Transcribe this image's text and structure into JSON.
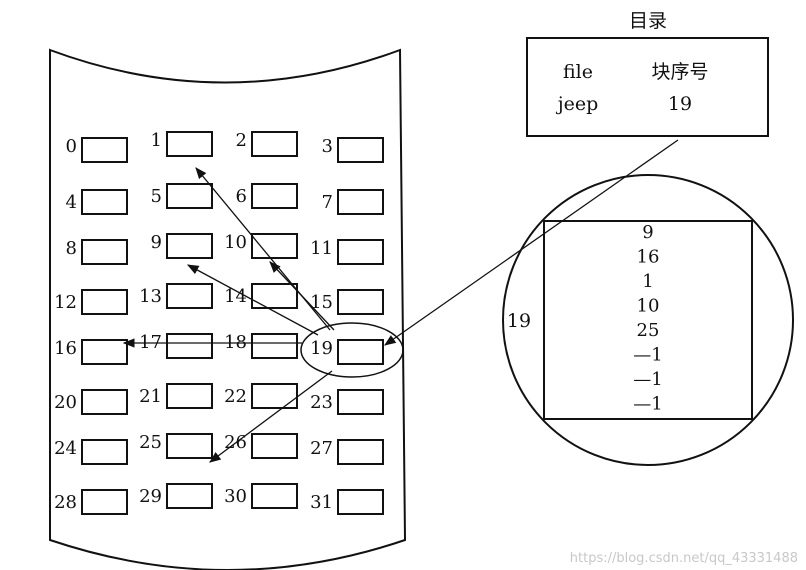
{
  "directory": {
    "title": "目录",
    "col_file": "file",
    "col_block": "块序号",
    "row_file": "jeep",
    "row_block": "19"
  },
  "disk": {
    "blocks": [
      "0",
      "1",
      "2",
      "3",
      "4",
      "5",
      "6",
      "7",
      "8",
      "9",
      "10",
      "11",
      "12",
      "13",
      "14",
      "15",
      "16",
      "17",
      "18",
      "19",
      "20",
      "21",
      "22",
      "23",
      "24",
      "25",
      "26",
      "27",
      "28",
      "29",
      "30",
      "31"
    ]
  },
  "index_block": {
    "label": "19",
    "entries": [
      "9",
      "16",
      "1",
      "10",
      "25",
      "—1",
      "—1",
      "—1"
    ]
  },
  "watermark": "https://blog.csdn.net/qq_43331488"
}
